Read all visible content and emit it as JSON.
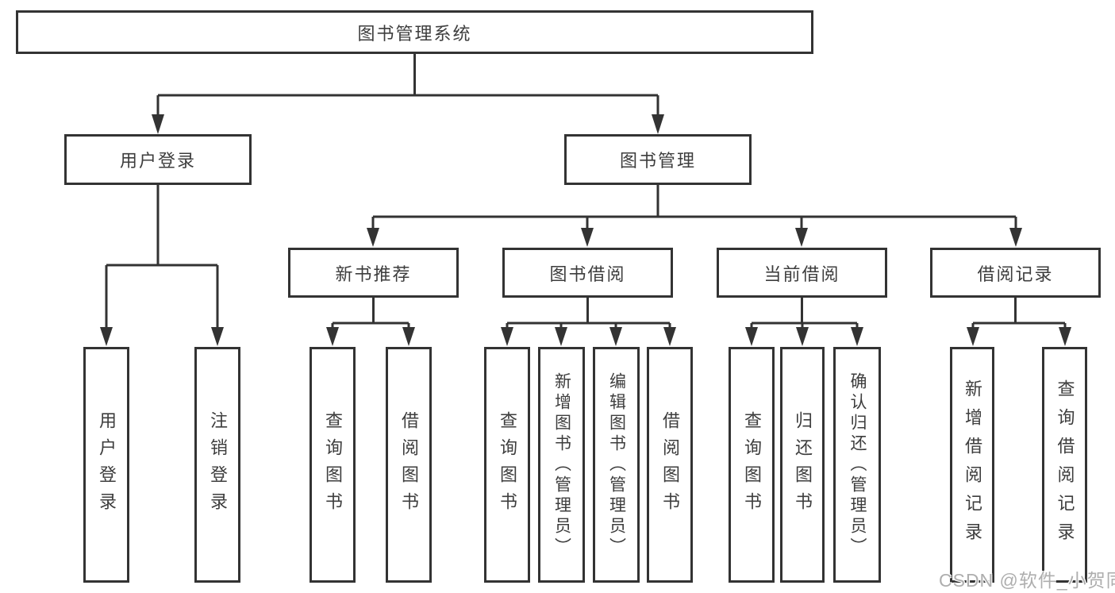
{
  "diagram": {
    "title": "图书管理系统",
    "type": "function-structure-tree"
  },
  "nodes": {
    "root": {
      "label": "图书管理系统"
    },
    "user_login": {
      "label": "用户登录"
    },
    "book_mgmt": {
      "label": "图书管理"
    },
    "new_book_rec": {
      "label": "新书推荐"
    },
    "book_borrow": {
      "label": "图书借阅"
    },
    "current_borrow": {
      "label": "当前借阅"
    },
    "borrow_records": {
      "label": "借阅记录"
    },
    "leaf_user_login": {
      "label": "用户登录"
    },
    "leaf_logout": {
      "label": "注销登录"
    },
    "leaf_nb_query": {
      "label": "查询图书"
    },
    "leaf_nb_borrow": {
      "label": "借阅图书"
    },
    "leaf_bw_query": {
      "label": "查询图书"
    },
    "leaf_bw_add": {
      "label": "新增图书（管理员）"
    },
    "leaf_bw_edit": {
      "label": "编辑图书（管理员）"
    },
    "leaf_bw_borrow": {
      "label": "借阅图书"
    },
    "leaf_cu_query": {
      "label": "查询图书"
    },
    "leaf_cu_return": {
      "label": "归还图书"
    },
    "leaf_cu_confirm": {
      "label": "确认归还（管理员）"
    },
    "leaf_rc_add": {
      "label": "新增借阅记录"
    },
    "leaf_rc_query": {
      "label": "查询借阅记录"
    }
  },
  "watermark": {
    "text": "CSDN @软件_小贺同学"
  },
  "colors": {
    "line": "#333333",
    "box_border": "#333333",
    "text": "#3d3d3d",
    "watermark_text": "#aeaeae",
    "background": "#ffffff"
  }
}
